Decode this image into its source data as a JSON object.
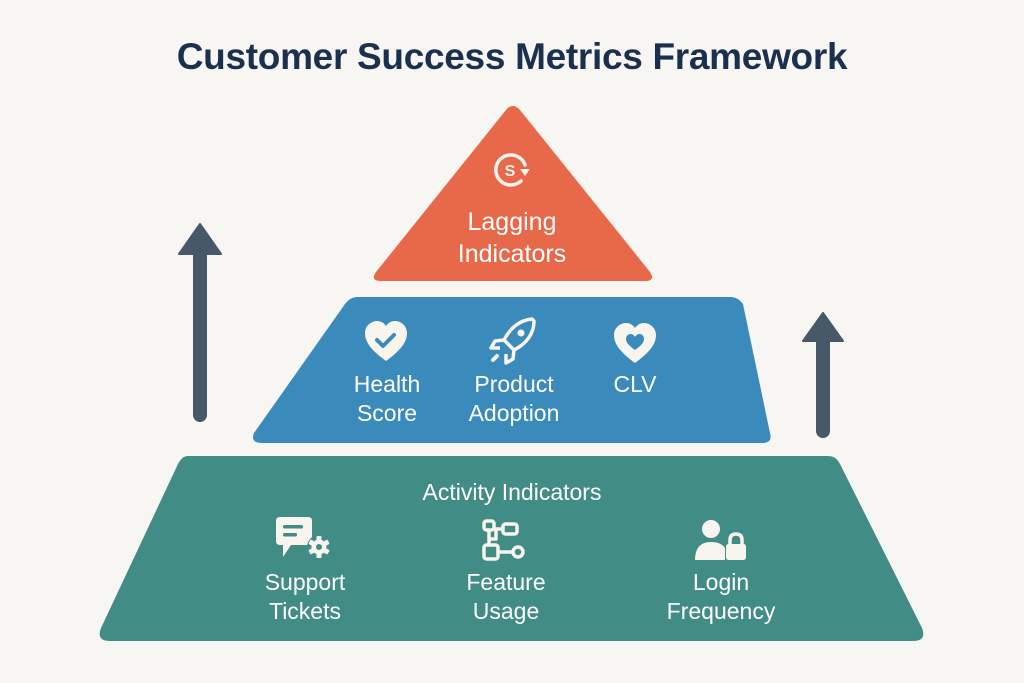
{
  "title": "Customer Success Metrics Framework",
  "colors": {
    "background": "#f8f6f2",
    "title": "#1b2f4e",
    "top_tier": "#e8694a",
    "middle_tier": "#3a8bbb",
    "bottom_tier": "#428c86",
    "arrows": "#475869",
    "icon_fill": "#f8f4ee"
  },
  "pyramid": {
    "top": {
      "label_line1": "Lagging",
      "label_line2": "Indicators",
      "icon": "dollar-cycle-icon"
    },
    "middle": {
      "items": [
        {
          "line1": "Health",
          "line2": "Score",
          "icon": "heart-check-icon"
        },
        {
          "line1": "Product",
          "line2": "Adoption",
          "icon": "rocket-icon"
        },
        {
          "line1": "CLV",
          "line2": "",
          "icon": "heart-icon"
        }
      ]
    },
    "bottom": {
      "heading": "Activity Indicators",
      "items": [
        {
          "line1": "Support",
          "line2": "Tickets",
          "icon": "chat-gear-icon"
        },
        {
          "line1": "Feature",
          "line2": "Usage",
          "icon": "flowchart-icon"
        },
        {
          "line1": "Login",
          "line2": "Frequency",
          "icon": "user-lock-icon"
        }
      ]
    }
  },
  "arrows": [
    {
      "name": "left-up-arrow",
      "direction": "up"
    },
    {
      "name": "right-up-arrow",
      "direction": "up"
    }
  ]
}
